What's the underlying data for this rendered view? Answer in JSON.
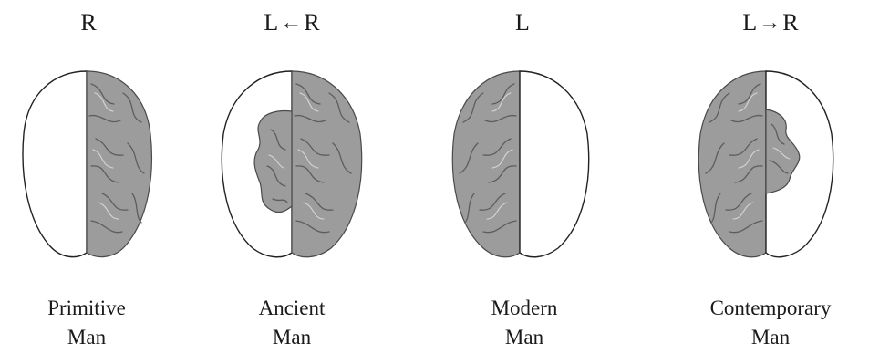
{
  "panels": [
    {
      "top": {
        "left": "",
        "arrow": "",
        "right": "R"
      },
      "caption": [
        "Primitive",
        "Man"
      ],
      "shaded": "right"
    },
    {
      "top": {
        "left": "L",
        "arrow": "←",
        "right": "R"
      },
      "caption": [
        "Ancient",
        "Man"
      ],
      "shaded": "right-plus-lobe"
    },
    {
      "top": {
        "left": "L",
        "arrow": "",
        "right": ""
      },
      "caption": [
        "Modern",
        "Man"
      ],
      "shaded": "left"
    },
    {
      "top": {
        "left": "L",
        "arrow": "→",
        "right": "R"
      },
      "caption": [
        "Contemporary",
        "Man"
      ],
      "shaded": "left-plus-lobe"
    }
  ],
  "colors": {
    "cortex": "#9c9c9c",
    "outline": "#222222",
    "background": "#ffffff"
  }
}
